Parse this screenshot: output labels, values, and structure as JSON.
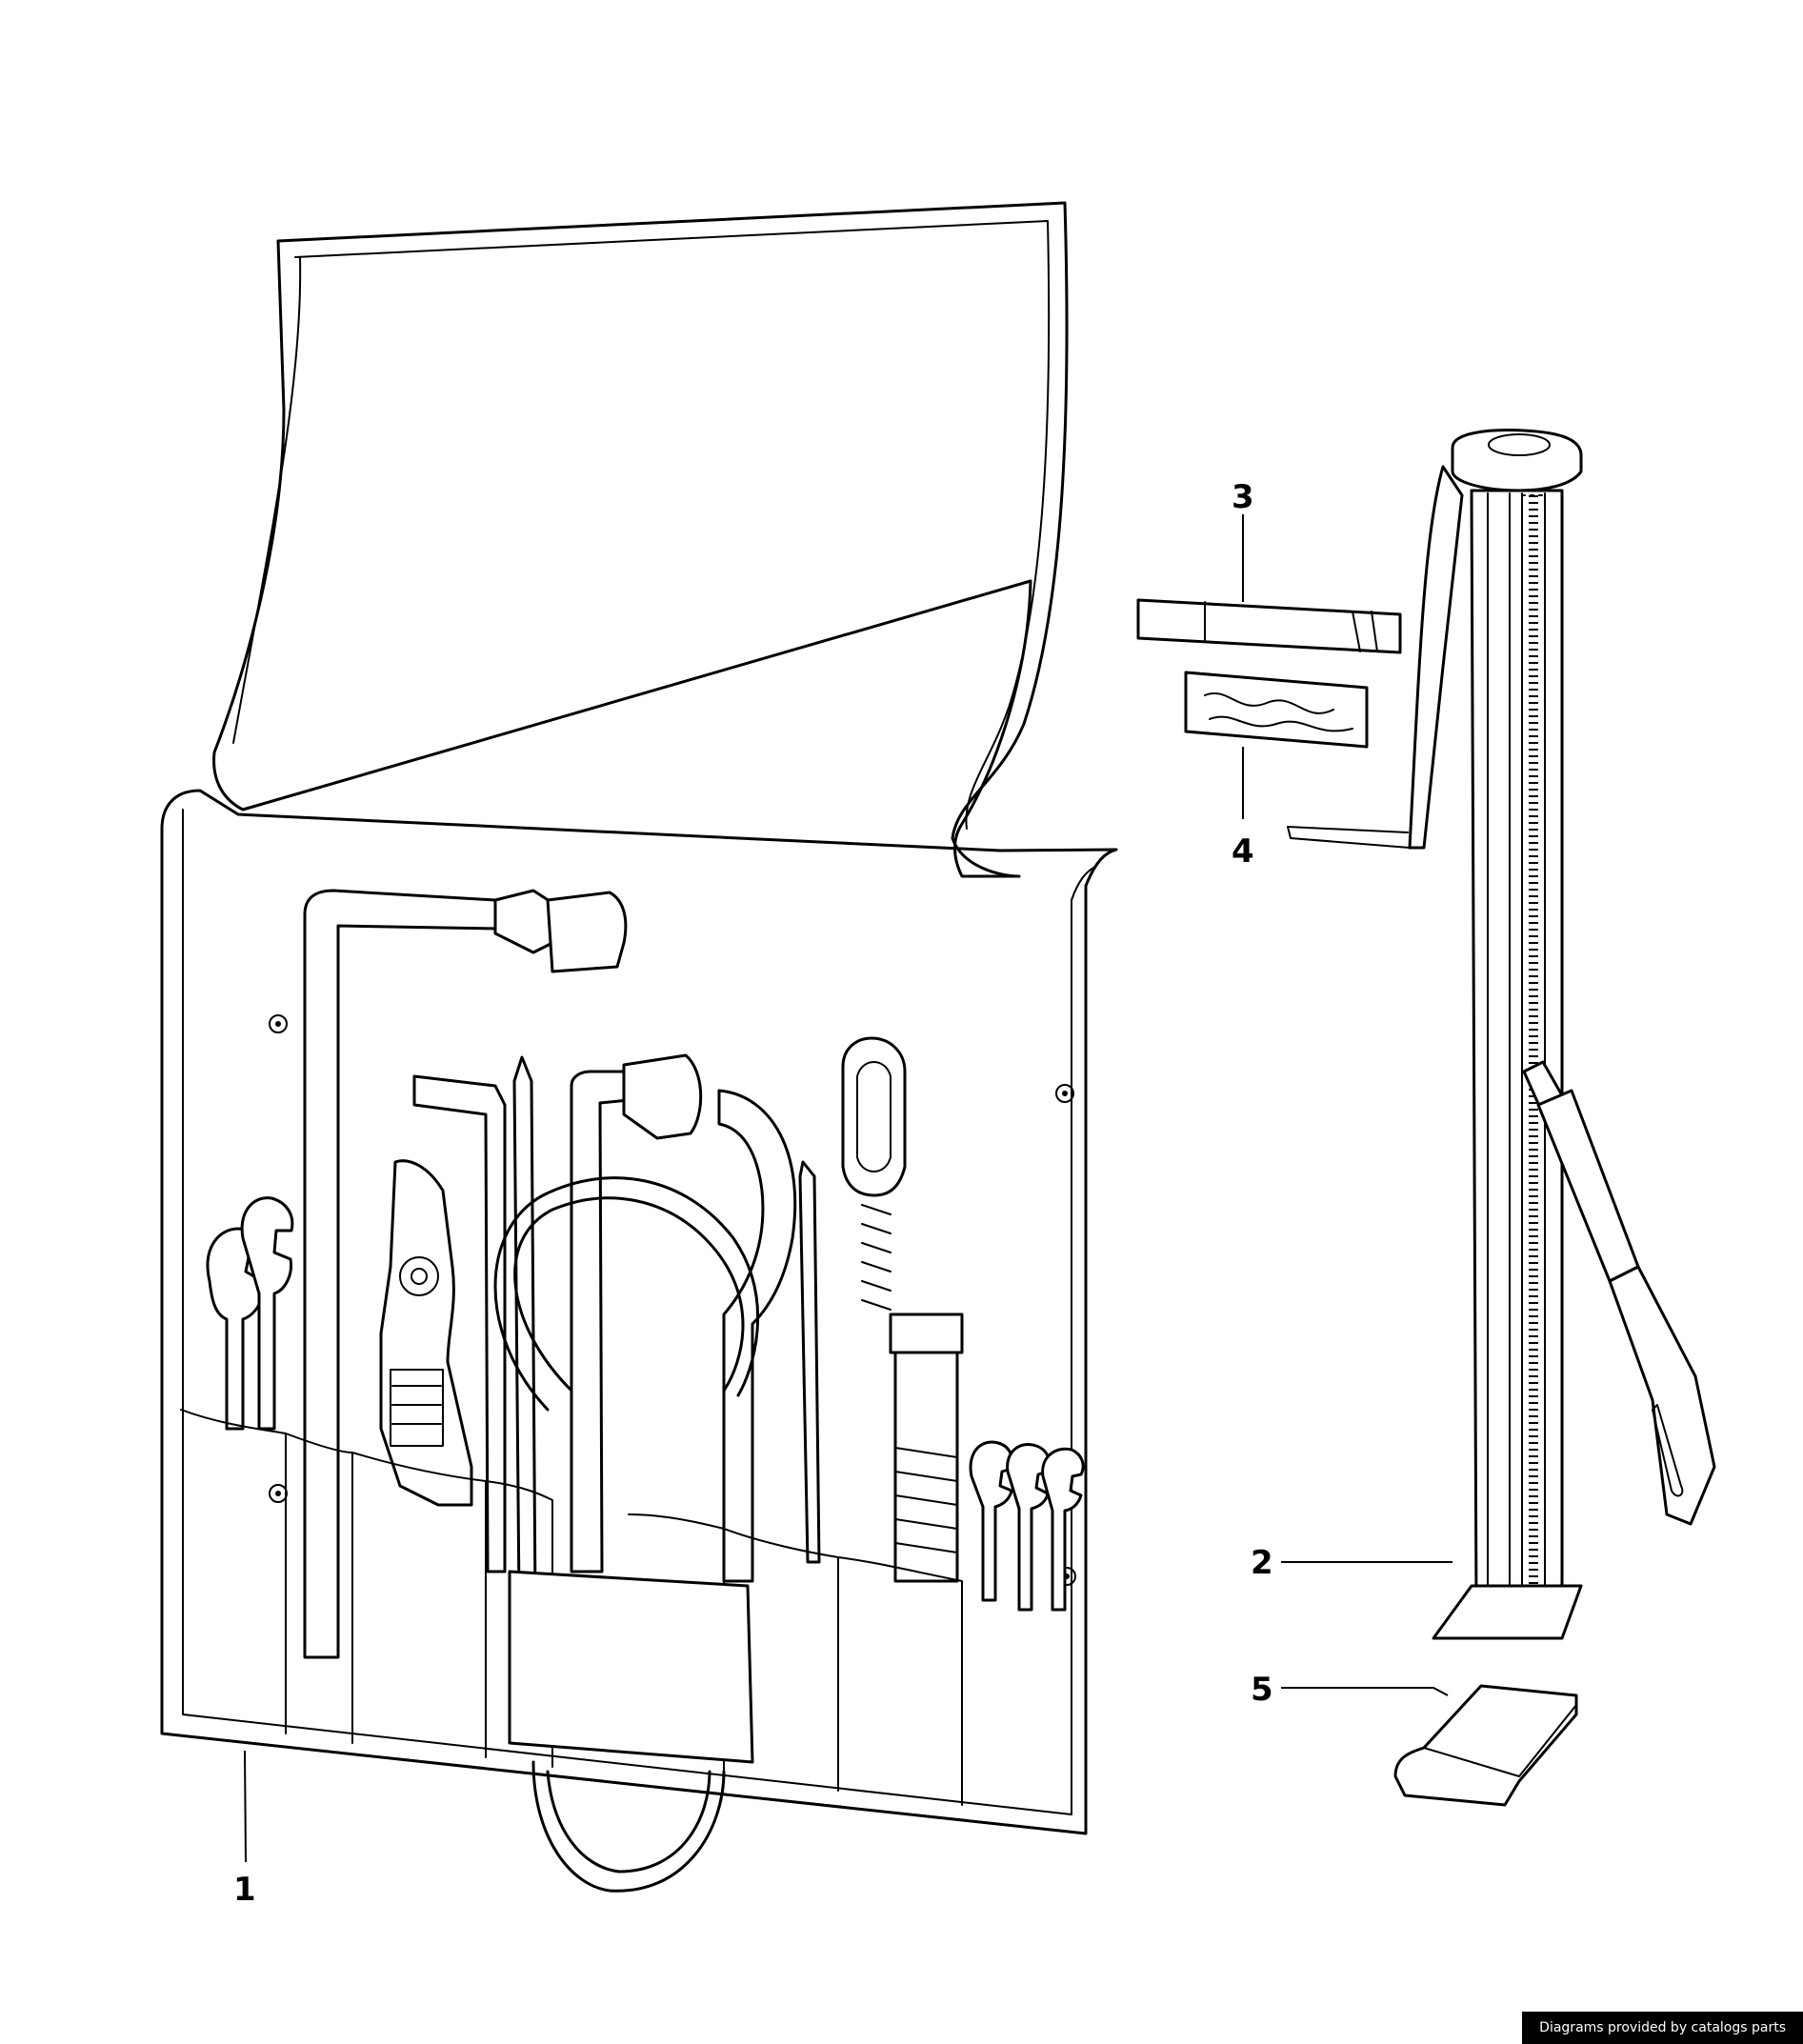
{
  "callouts": [
    {
      "id": "1",
      "label": "1"
    },
    {
      "id": "2",
      "label": "2"
    },
    {
      "id": "3",
      "label": "3"
    },
    {
      "id": "4",
      "label": "4"
    },
    {
      "id": "5",
      "label": "5"
    }
  ],
  "footer": {
    "credit": "Diagrams provided by catalogs parts"
  }
}
